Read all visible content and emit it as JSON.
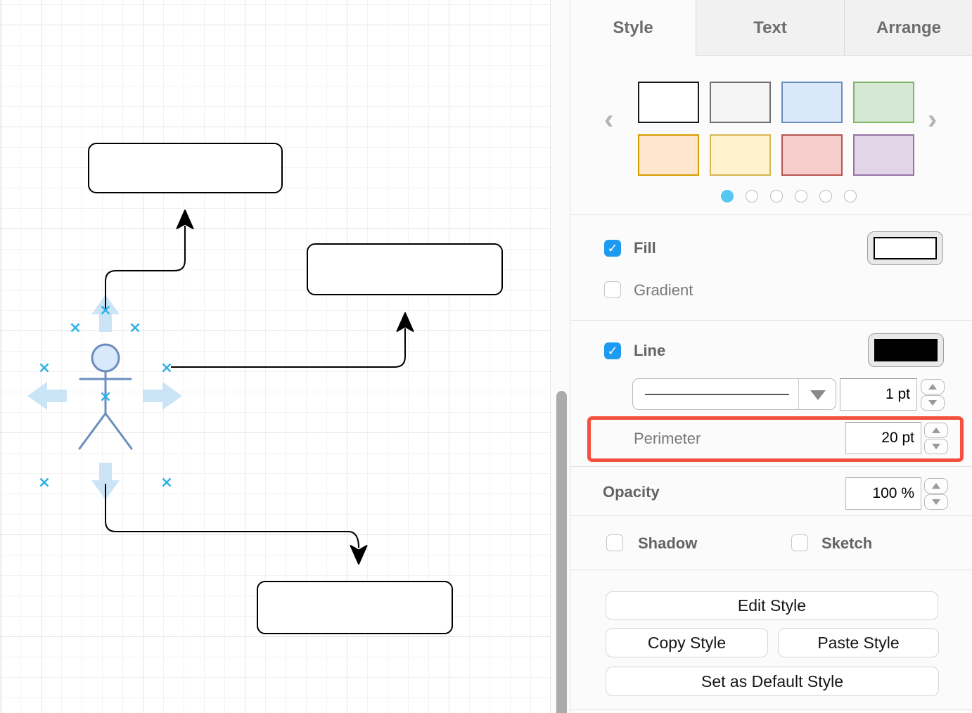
{
  "panel": {
    "tabs": [
      {
        "label": "Style",
        "active": true
      },
      {
        "label": "Text",
        "active": false
      },
      {
        "label": "Arrange",
        "active": false
      }
    ],
    "presets": {
      "chevron_left": "‹",
      "chevron_right": "›",
      "colors": [
        {
          "fill": "#ffffff",
          "stroke": "#1a1a1a"
        },
        {
          "fill": "#f5f5f5",
          "stroke": "#707070"
        },
        {
          "fill": "#dae8fc",
          "stroke": "#6c8ebf"
        },
        {
          "fill": "#d5e8d4",
          "stroke": "#82b366"
        },
        {
          "fill": "#ffe6cc",
          "stroke": "#d79b00"
        },
        {
          "fill": "#fff2cc",
          "stroke": "#d6b656"
        },
        {
          "fill": "#f8cecc",
          "stroke": "#b85450"
        },
        {
          "fill": "#e1d5e7",
          "stroke": "#9673a6"
        }
      ],
      "pages": 6,
      "active_page": 1,
      "active_dot_color": "#55c8f2"
    },
    "fill": {
      "label": "Fill",
      "checked": true,
      "color": "#ffffff",
      "gradient_label": "Gradient",
      "gradient_checked": false
    },
    "line": {
      "label": "Line",
      "checked": true,
      "color": "#000000",
      "width_value": "1 pt",
      "perimeter_label": "Perimeter",
      "perimeter_value": "20 pt",
      "highlight_color": "#f5503d"
    },
    "opacity": {
      "label": "Opacity",
      "value": "100 %"
    },
    "effects": {
      "shadow_label": "Shadow",
      "shadow_checked": false,
      "sketch_label": "Sketch",
      "sketch_checked": false
    },
    "buttons": {
      "edit": "Edit Style",
      "copy": "Copy Style",
      "paste": "Paste Style",
      "set_default": "Set as Default Style"
    },
    "checkbox_color": "#1e9bf0",
    "check_glyph": "✓"
  },
  "canvas": {
    "grid_visible": true,
    "selected_shape": "actor",
    "connection_marker_color": "#2fb1e8",
    "hover_arrow_color": "#bfdff5",
    "actor": {
      "fill": "#dae8fc",
      "stroke": "#6c8ebf"
    },
    "shapes": [
      {
        "type": "actor",
        "label": ""
      },
      {
        "type": "rounded-rectangle",
        "label": ""
      },
      {
        "type": "rounded-rectangle",
        "label": ""
      },
      {
        "type": "rounded-rectangle",
        "label": ""
      },
      {
        "type": "arrow-connector",
        "from": "actor-top",
        "to": "rectangle-1"
      },
      {
        "type": "arrow-connector",
        "from": "actor-right",
        "to": "rectangle-2"
      },
      {
        "type": "arrow-connector",
        "from": "actor-bottom",
        "to": "rectangle-3"
      }
    ]
  }
}
